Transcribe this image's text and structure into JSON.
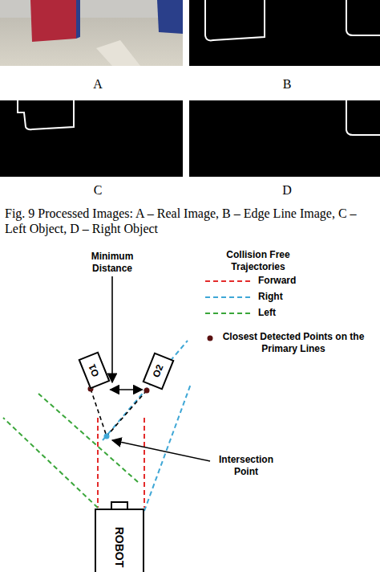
{
  "diagram": {
    "caption": "Fig. 9 Processed Images: A – Real Image, B – Edge Line Image, C – Left Object, D – Right Object",
    "nodes": [
      {
        "text": [
          "O1"
        ]
      },
      {
        "text": [
          "O2"
        ]
      },
      {
        "text": [
          "ROBOT"
        ]
      }
    ],
    "edges": [
      {
        "from": 0,
        "to": 1,
        "arrow": "both"
      }
    ],
    "labels": [
      "A",
      "B",
      "C",
      "D",
      "Minimum Distance",
      "Collision Free Trajectories",
      "Intersection Point"
    ],
    "legend": [
      {
        "text": "Forward"
      },
      {
        "text": "Right"
      },
      {
        "text": "Left"
      },
      {
        "text": "Closest Detected Points on the Primary Lines"
      }
    ]
  }
}
